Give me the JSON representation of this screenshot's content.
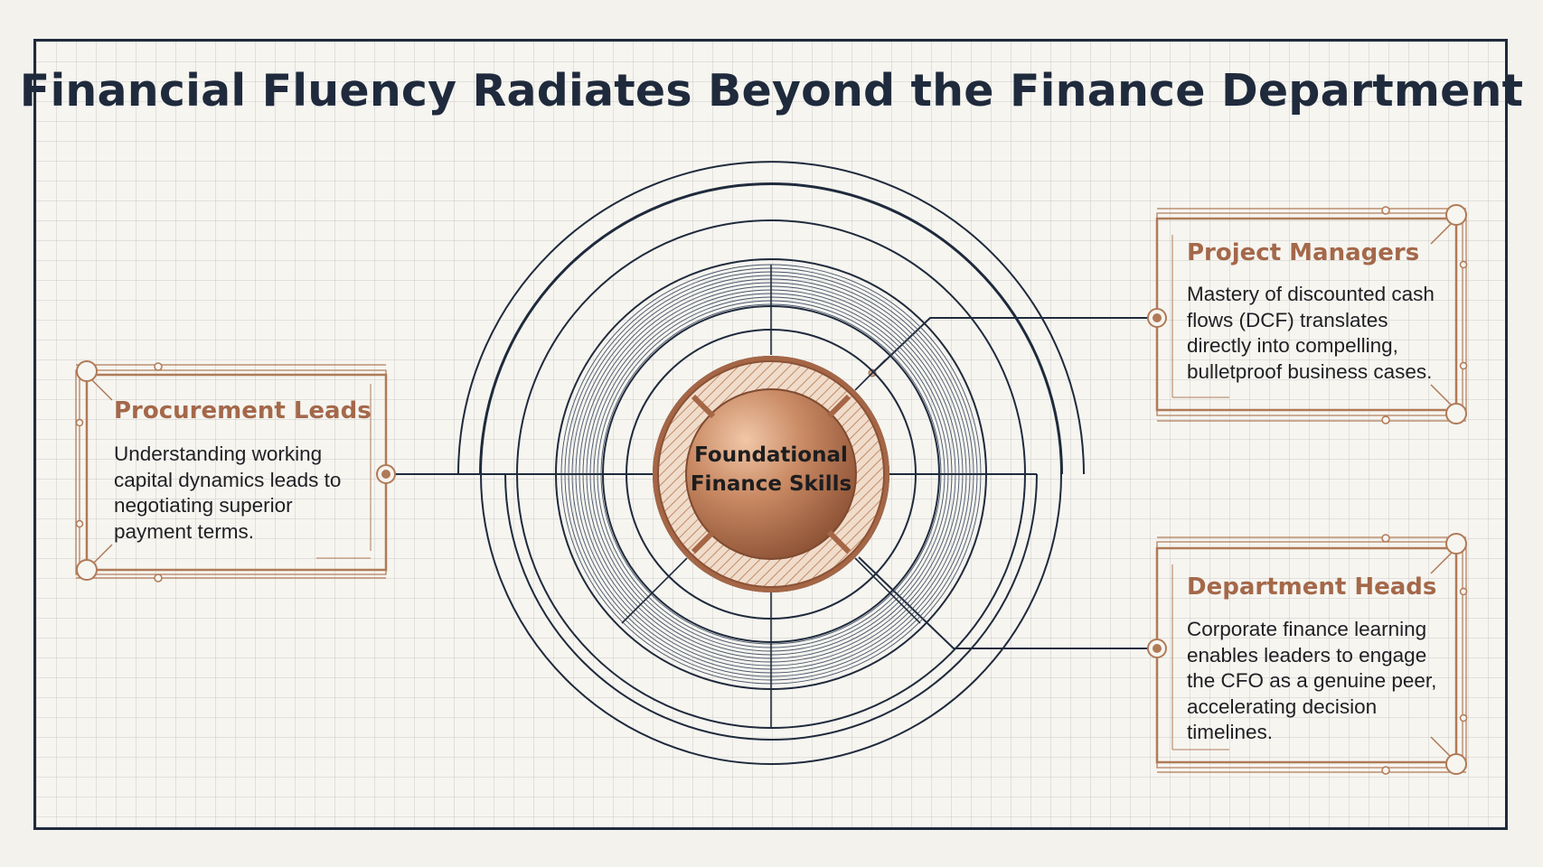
{
  "title": "Financial Fluency Radiates Beyond the Finance Department",
  "center": {
    "lines": [
      "Foundational",
      "Finance Skills"
    ]
  },
  "cards": {
    "procurement": {
      "title": "Procurement Leads",
      "lines": [
        "Understanding working",
        "capital dynamics leads to",
        "negotiating superior",
        "payment terms."
      ]
    },
    "project": {
      "title": "Project Managers",
      "lines": [
        "Mastery of discounted cash",
        "flows (DCF) translates",
        "directly into compelling,",
        "bulletproof business cases."
      ]
    },
    "department": {
      "title": "Department Heads",
      "lines": [
        "Corporate finance learning",
        "enables leaders to engage",
        "the CFO as a genuine peer,",
        "accelerating decision",
        "timelines."
      ]
    }
  },
  "colors": {
    "navy": "#1f2a3c",
    "copper": "#b07a57",
    "copper_dark": "#8a5236",
    "title_copper": "#a4684a",
    "grid_bg": "#f6f5f0"
  }
}
